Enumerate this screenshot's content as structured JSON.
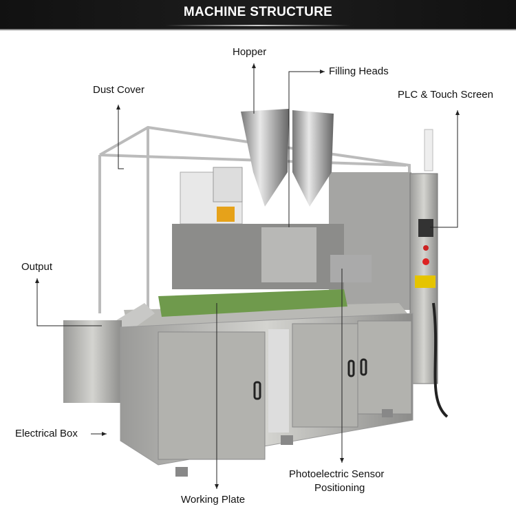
{
  "header": {
    "title": "MACHINE STRUCTURE"
  },
  "labels": {
    "hopper": "Hopper",
    "filling_heads": "Filling Heads",
    "dust_cover": "Dust Cover",
    "plc": "PLC & Touch Screen",
    "output": "Output",
    "electrical_box": "Electrical Box",
    "working_plate": "Working Plate",
    "photo_sensor_line1": "Photoelectric Sensor",
    "photo_sensor_line2": "Positioning"
  }
}
